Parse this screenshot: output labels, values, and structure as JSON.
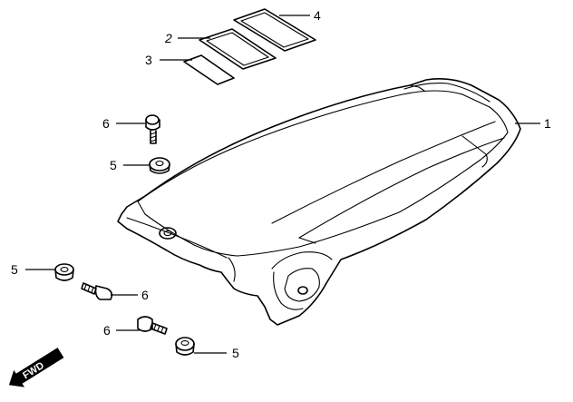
{
  "diagram": {
    "callouts": {
      "c1": "1",
      "c2": "2",
      "c3": "3",
      "c4": "4",
      "c5a": "5",
      "c5b": "5",
      "c5c": "5",
      "c6a": "6",
      "c6b": "6",
      "c6c": "6"
    },
    "direction_marker": "FWD",
    "colors": {
      "line": "#000000",
      "background": "#ffffff"
    }
  }
}
